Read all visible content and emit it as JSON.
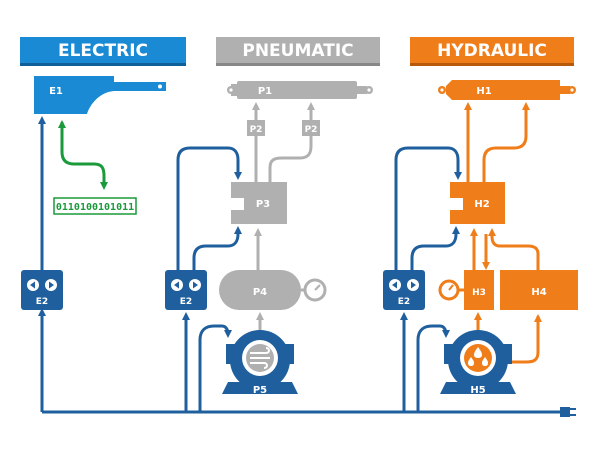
{
  "colors": {
    "electric": "#1a8ad4",
    "pneumatic": "#b0b0b0",
    "hydraulic": "#ef7d1a",
    "wire": "#1f5f9e",
    "pump_body": "#1f5f9e",
    "signal": "#1a9a3a"
  },
  "headers": {
    "electric": "ELECTRIC",
    "pneumatic": "PNEUMATIC",
    "hydraulic": "HYDRAULIC"
  },
  "labels": {
    "e1": "E1",
    "e2_left": "E2",
    "e2_mid": "E2",
    "e2_right": "E2",
    "p1": "P1",
    "p2_left": "P2",
    "p2_right": "P2",
    "p3": "P3",
    "p4": "P4",
    "p5": "P5",
    "h1": "H1",
    "h2": "H2",
    "h3": "H3",
    "h4": "H4",
    "h5": "H5"
  },
  "binary": "0110100101011",
  "icons": {
    "control_button_left": "left-arrow-icon",
    "control_button_right": "right-arrow-icon",
    "air_fan": "air-flow-icon",
    "fluid": "droplets-icon",
    "gauge": "gauge-icon",
    "plug": "power-plug-icon"
  }
}
